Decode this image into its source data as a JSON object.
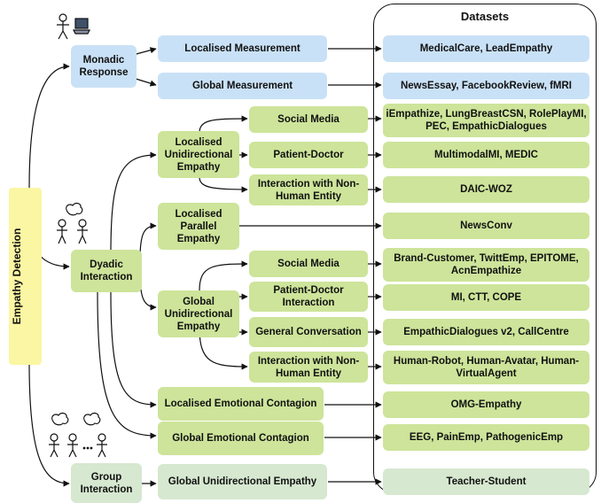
{
  "root": "Empathy Detection",
  "datasets_title": "Datasets",
  "level1": {
    "monadic": "Monadic Response",
    "dyadic": "Dyadic Interaction",
    "group": "Group Interaction"
  },
  "level2": {
    "localised_measurement": "Localised Measurement",
    "global_measurement": "Global Measurement",
    "localised_unidirectional": "Localised Unidirectional Empathy",
    "localised_parallel": "Localised Parallel Empathy",
    "global_unidirectional": "Global Unidirectional Empathy",
    "localised_contagion": "Localised Emotional Contagion",
    "global_contagion": "Global Emotional Contagion",
    "group_global_unidirectional": "Global Unidirectional Empathy"
  },
  "level3": {
    "lu_social_media": "Social Media",
    "lu_patient_doctor": "Patient-Doctor",
    "lu_non_human": "Interaction with Non-Human Entity",
    "gu_social_media": "Social Media",
    "gu_patient_doctor": "Patient-Doctor Interaction",
    "gu_general": "General Conversation",
    "gu_non_human": "Interaction with Non-Human Entity"
  },
  "datasets": {
    "d1": "MedicalCare, LeadEmpathy",
    "d2": "NewsEssay, FacebookReview,  fMRI",
    "d3": "iEmpathize, LungBreastCSN, RolePlayMI, PEC, EmpathicDialogues",
    "d4": "MultimodalMI, MEDIC",
    "d5": "DAIC-WOZ",
    "d6": "NewsConv",
    "d7": "Brand-Customer, TwittEmp, EPITOME, AcnEmpathize",
    "d8": "MI, CTT, COPE",
    "d9": "EmpathicDialogues v2, CallCentre",
    "d10": "Human-Robot, Human-Avatar, Human-VirtualAgent",
    "d11": "OMG-Empathy",
    "d12": "EEG, PainEmp, PathogenicEmp",
    "d13": "Teacher-Student"
  },
  "icons": [
    "person-laptop-icon",
    "two-people-speech-icon",
    "group-speech-icon"
  ],
  "colors": {
    "green": "#cde49a",
    "blue": "#c9e1f6",
    "pale_green": "#d6e8d0",
    "yellow": "#fbf6a3"
  }
}
